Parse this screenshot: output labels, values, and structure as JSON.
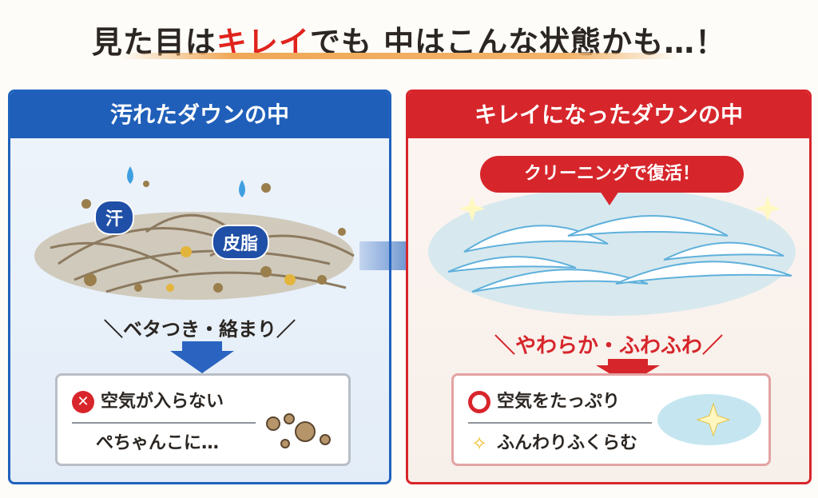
{
  "title": {
    "part1": "見た目は",
    "part2_red": "キレイ",
    "part3": "でも 中はこんな状態かも…！"
  },
  "left_panel": {
    "header": "汚れたダウンの中",
    "labels": [
      "汗",
      "皮脂"
    ],
    "caption": "＼ベタつき・絡まり／",
    "results": [
      "空気が入らない",
      "ぺちゃんこに…"
    ]
  },
  "right_panel": {
    "header": "キレイになったダウンの中",
    "speech": "クリーニングで復活！",
    "caption": "＼やわらか・ふわふわ／",
    "results": [
      "空気をたっぷり",
      "ふんわりふくらむ"
    ]
  },
  "colors": {
    "blue": "#1f5fb9",
    "red": "#d6262b"
  }
}
